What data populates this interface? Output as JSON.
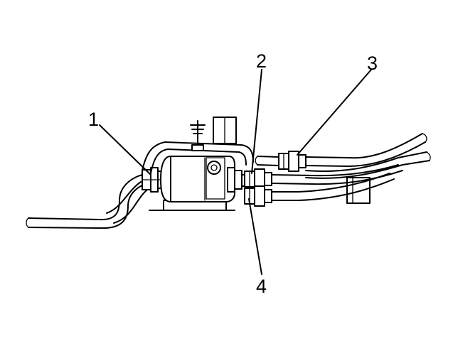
{
  "diagram": {
    "callouts": [
      {
        "id": "1",
        "label": "1"
      },
      {
        "id": "2",
        "label": "2"
      },
      {
        "id": "3",
        "label": "3"
      },
      {
        "id": "4",
        "label": "4"
      }
    ],
    "colors": {
      "line": "#000000",
      "background": "#ffffff"
    },
    "icons": [
      "ground-symbol-icon"
    ]
  }
}
